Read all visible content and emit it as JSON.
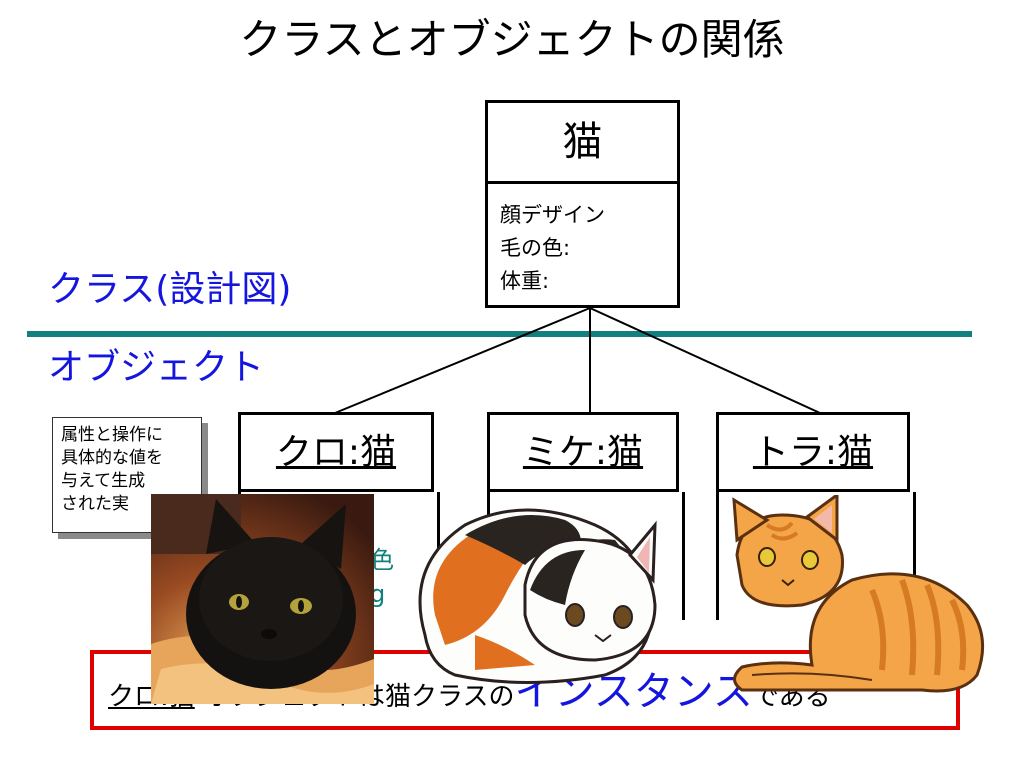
{
  "title": "クラスとオブジェクトの関係",
  "class_label": "クラス(設計図)",
  "object_label": "オブジェクト",
  "class_box": {
    "name": "猫",
    "attributes": [
      "顔デザイン",
      "毛の色:",
      "体重:"
    ]
  },
  "objects": [
    {
      "label": "クロ:猫"
    },
    {
      "label": "ミケ:猫"
    },
    {
      "label": "トラ:猫"
    }
  ],
  "note": [
    "属性と操作に",
    "具体的な値を",
    "与えて生成",
    "された実"
  ],
  "partial_attrs": [
    "色",
    "g"
  ],
  "caption": {
    "part1": "クロ:猫",
    "part2": "オブジェクトは猫クラスの",
    "part3": "インスタンス",
    "part4": "である"
  },
  "colors": {
    "accent_blue": "#1515e0",
    "divider_teal": "#138080",
    "caption_border": "#e00000"
  },
  "images": [
    "black-cat-photo",
    "calico-cat-illustration",
    "tabby-cat-illustration"
  ]
}
